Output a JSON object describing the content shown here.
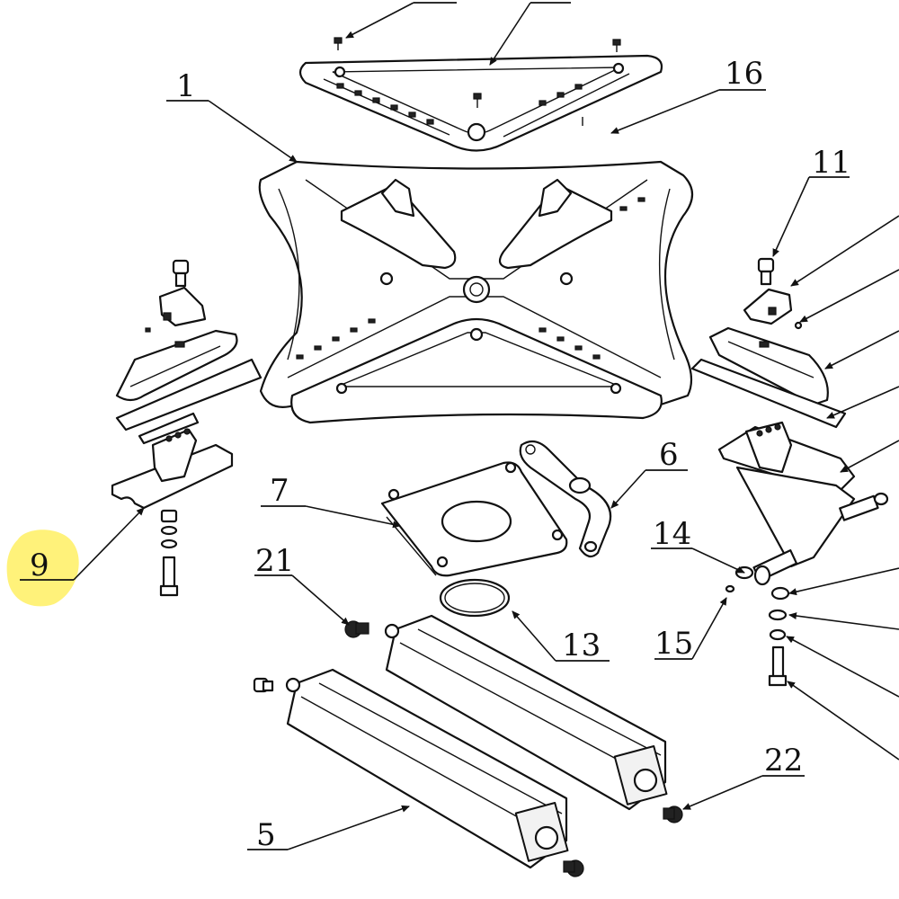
{
  "diagram": {
    "labels": [
      "1",
      "16",
      "11",
      "6",
      "7",
      "9",
      "14",
      "21",
      "13",
      "15",
      "22",
      "5"
    ],
    "highlight_color": "#fff27a",
    "highlighted_label": "9"
  }
}
